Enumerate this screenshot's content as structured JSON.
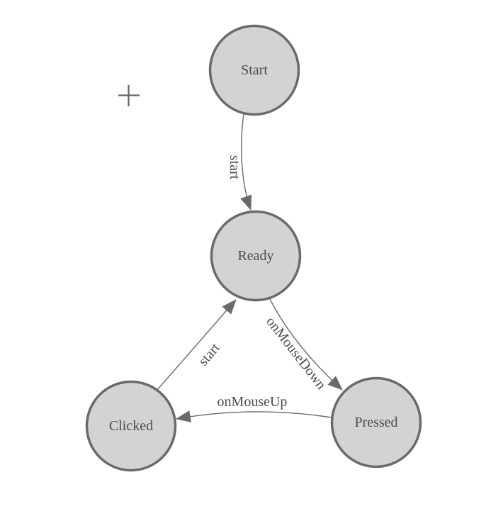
{
  "canvas": {
    "background": "#ffffff"
  },
  "colors": {
    "node_fill": "#d3d3d3",
    "node_stroke": "#6a6a6a",
    "edge_stroke": "#6a6a6a",
    "label_text": "#4d4d4d",
    "crosshair": "#646464"
  },
  "diagram": {
    "type": "state-machine",
    "nodes": [
      {
        "id": "start",
        "label": "Start"
      },
      {
        "id": "ready",
        "label": "Ready"
      },
      {
        "id": "clicked",
        "label": "Clicked"
      },
      {
        "id": "pressed",
        "label": "Pressed"
      }
    ],
    "edges": [
      {
        "from": "Start",
        "to": "Ready",
        "label": "start"
      },
      {
        "from": "Clicked",
        "to": "Ready",
        "label": "start"
      },
      {
        "from": "Ready",
        "to": "Pressed",
        "label": "onMouseDown"
      },
      {
        "from": "Pressed",
        "to": "Clicked",
        "label": "onMouseUp"
      }
    ]
  }
}
